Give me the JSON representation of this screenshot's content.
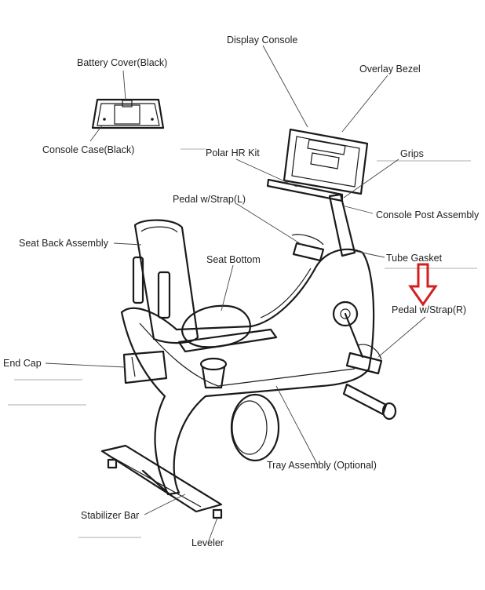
{
  "labels": {
    "display_console": "Display Console",
    "battery_cover": "Battery Cover(Black)",
    "overlay_bezel": "Overlay Bezel",
    "console_case": "Console Case(Black)",
    "polar_hr_kit": "Polar HR Kit",
    "grips": "Grips",
    "pedal_strap_l": "Pedal w/Strap(L)",
    "console_post_assembly": "Console Post Assembly",
    "seat_back_assembly": "Seat Back Assembly",
    "seat_bottom": "Seat Bottom",
    "tube_gasket": "Tube Gasket",
    "pedal_strap_r": "Pedal w/Strap(R)",
    "end_cap": "End Cap",
    "tray_assembly": "Tray Assembly (Optional)",
    "stabilizer_bar": "Stabilizer Bar",
    "leveler": "Leveler"
  },
  "colors": {
    "line": "#1a1a1a",
    "arrow": "#d21f1f",
    "text": "#222222"
  }
}
